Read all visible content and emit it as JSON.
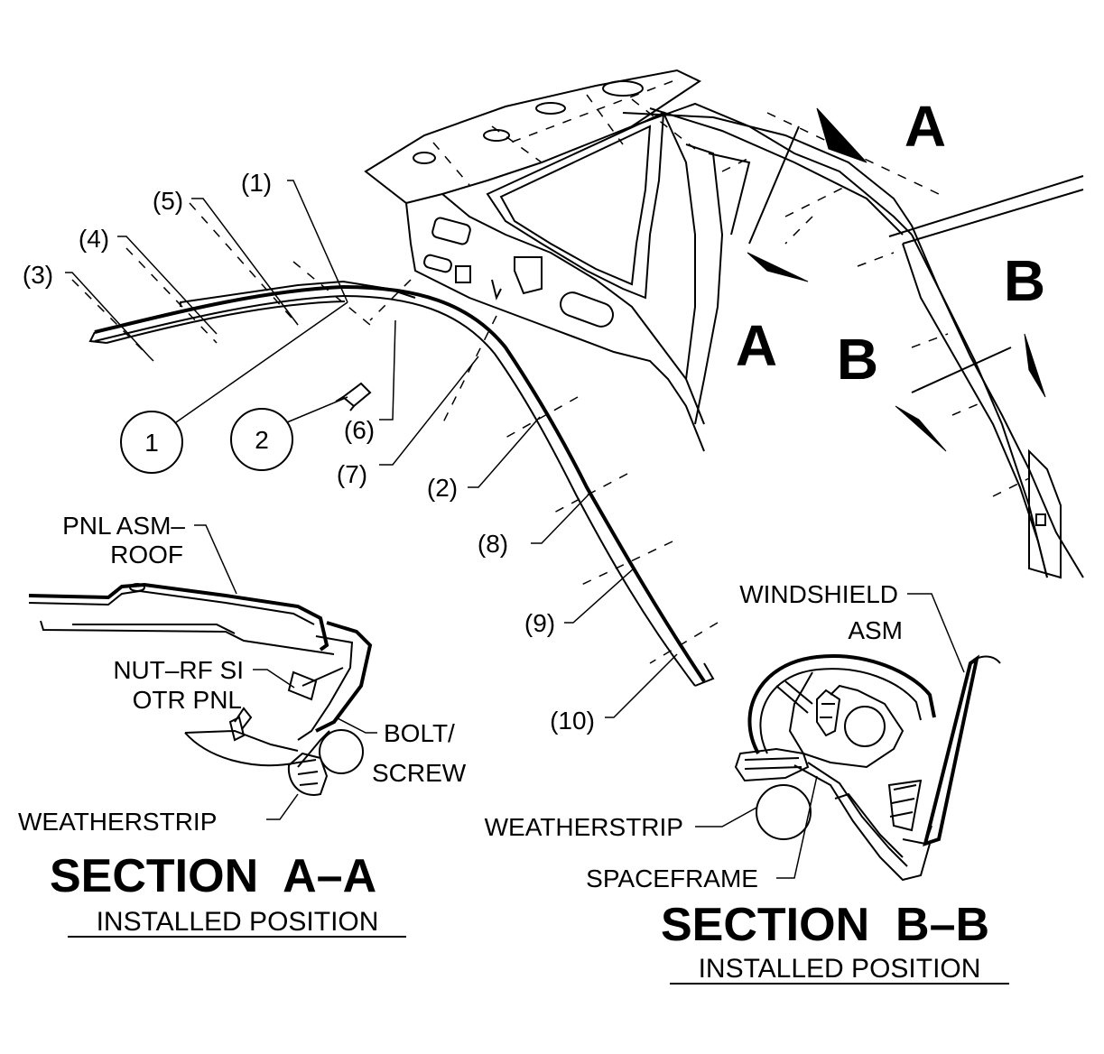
{
  "callouts": {
    "c1": "(1)",
    "c2": "(2)",
    "c3": "(3)",
    "c4": "(4)",
    "c5": "(5)",
    "c6": "(6)",
    "c7": "(7)",
    "c8": "(8)",
    "c9": "(9)",
    "c10": "(10)"
  },
  "circled_callouts": {
    "one": "1",
    "two": "2"
  },
  "view_markers": {
    "a_top": "A",
    "a_mid": "A",
    "b_right": "B",
    "b_mid": "B"
  },
  "section_a": {
    "panel_line1": "PNL ASM–",
    "panel_line2": "ROOF",
    "nut_line1": "NUT–RF SI",
    "nut_line2": "OTR PNL",
    "bolt_line1": "BOLT/",
    "bolt_line2": "SCREW",
    "weatherstrip": "WEATHERSTRIP",
    "title": "SECTION  A–A",
    "subtitle": "INSTALLED POSITION"
  },
  "section_b": {
    "windshield_line1": "WINDSHIELD",
    "windshield_line2": "ASM",
    "weatherstrip": "WEATHERSTRIP",
    "spaceframe": "SPACEFRAME",
    "title": "SECTION  B–B",
    "subtitle": "INSTALLED POSITION"
  }
}
